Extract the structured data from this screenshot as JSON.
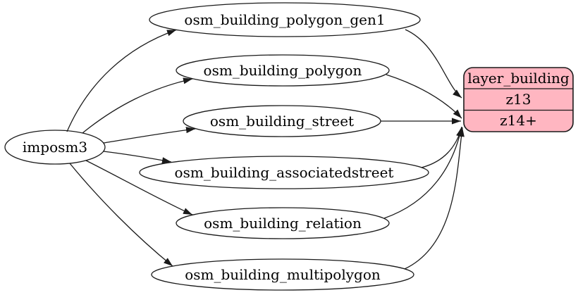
{
  "diagram": {
    "background_color": "#ffffff",
    "edge_color": "#1a1a1a",
    "source_node": {
      "label": "imposm3"
    },
    "tables": [
      {
        "label": "osm_building_polygon_gen1"
      },
      {
        "label": "osm_building_polygon"
      },
      {
        "label": "osm_building_street"
      },
      {
        "label": "osm_building_associatedstreet"
      },
      {
        "label": "osm_building_relation"
      },
      {
        "label": "osm_building_multipolygon"
      }
    ],
    "layer_node": {
      "title": "layer_building",
      "zoom_rows": [
        {
          "label": "z13"
        },
        {
          "label": "z14+"
        }
      ],
      "fill": "#ffb6c1",
      "stroke": "#1a1a1a"
    },
    "edges": [
      {
        "from": "imposm3",
        "to": "osm_building_polygon_gen1"
      },
      {
        "from": "imposm3",
        "to": "osm_building_polygon"
      },
      {
        "from": "imposm3",
        "to": "osm_building_street"
      },
      {
        "from": "imposm3",
        "to": "osm_building_associatedstreet"
      },
      {
        "from": "imposm3",
        "to": "osm_building_relation"
      },
      {
        "from": "imposm3",
        "to": "osm_building_multipolygon"
      },
      {
        "from": "osm_building_polygon_gen1",
        "to": "layer_building:z13"
      },
      {
        "from": "osm_building_polygon",
        "to": "layer_building:z14+"
      },
      {
        "from": "osm_building_street",
        "to": "layer_building:z14+"
      },
      {
        "from": "osm_building_associatedstreet",
        "to": "layer_building:z14+"
      },
      {
        "from": "osm_building_relation",
        "to": "layer_building:z14+"
      },
      {
        "from": "osm_building_multipolygon",
        "to": "layer_building:z14+"
      }
    ]
  }
}
